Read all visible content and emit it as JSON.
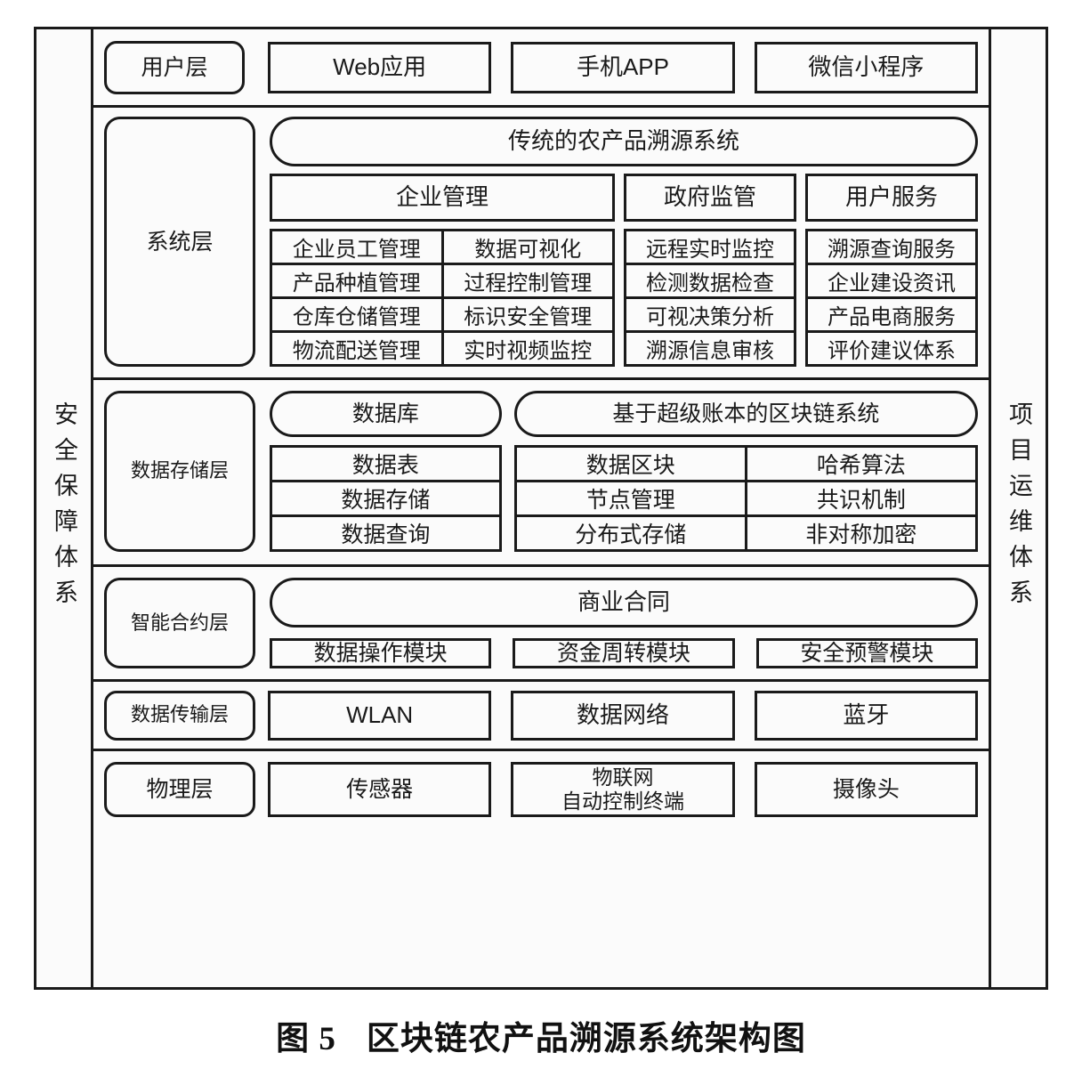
{
  "figure": {
    "caption_number": "图 5",
    "caption_title": "区块链农产品溯源系统架构图"
  },
  "sides": {
    "left_label": "安全保障体系",
    "right_label": "项目运维体系"
  },
  "layers": {
    "user": {
      "label": "用户层",
      "items": [
        "Web应用",
        "手机APP",
        "微信小程序"
      ]
    },
    "system": {
      "label": "系统层",
      "title": "传统的农产品溯源系统",
      "columns": [
        {
          "head": "企业管理",
          "subcolumns": [
            [
              "企业员工管理",
              "产品种植管理",
              "仓库仓储管理",
              "物流配送管理"
            ],
            [
              "数据可视化",
              "过程控制管理",
              "标识安全管理",
              "实时视频监控"
            ]
          ]
        },
        {
          "head": "政府监管",
          "subcolumns": [
            [
              "远程实时监控",
              "检测数据检查",
              "可视决策分析",
              "溯源信息审核"
            ]
          ]
        },
        {
          "head": "用户服务",
          "subcolumns": [
            [
              "溯源查询服务",
              "企业建设资讯",
              "产品电商服务",
              "评价建议体系"
            ]
          ]
        }
      ]
    },
    "storage": {
      "label": "数据存储层",
      "groups": [
        {
          "title": "数据库",
          "subcolumns": [
            [
              "数据表",
              "数据存储",
              "数据查询"
            ]
          ]
        },
        {
          "title": "基于超级账本的区块链系统",
          "subcolumns": [
            [
              "数据区块",
              "节点管理",
              "分布式存储"
            ],
            [
              "哈希算法",
              "共识机制",
              "非对称加密"
            ]
          ]
        }
      ]
    },
    "contract": {
      "label": "智能合约层",
      "title": "商业合同",
      "items": [
        "数据操作模块",
        "资金周转模块",
        "安全预警模块"
      ]
    },
    "transmission": {
      "label": "数据传输层",
      "items": [
        "WLAN",
        "数据网络",
        "蓝牙"
      ]
    },
    "physical": {
      "label": "物理层",
      "items": [
        {
          "text": "传感器",
          "line1": "传感器",
          "line2": ""
        },
        {
          "text": "物联网自动控制终端",
          "line1": "物联网",
          "line2": "自动控制终端"
        },
        {
          "text": "摄像头",
          "line1": "摄像头",
          "line2": ""
        }
      ]
    }
  },
  "colors": {
    "stroke": "#1a1a1a",
    "fill": "#fbfbfb",
    "background": "#ffffff"
  }
}
